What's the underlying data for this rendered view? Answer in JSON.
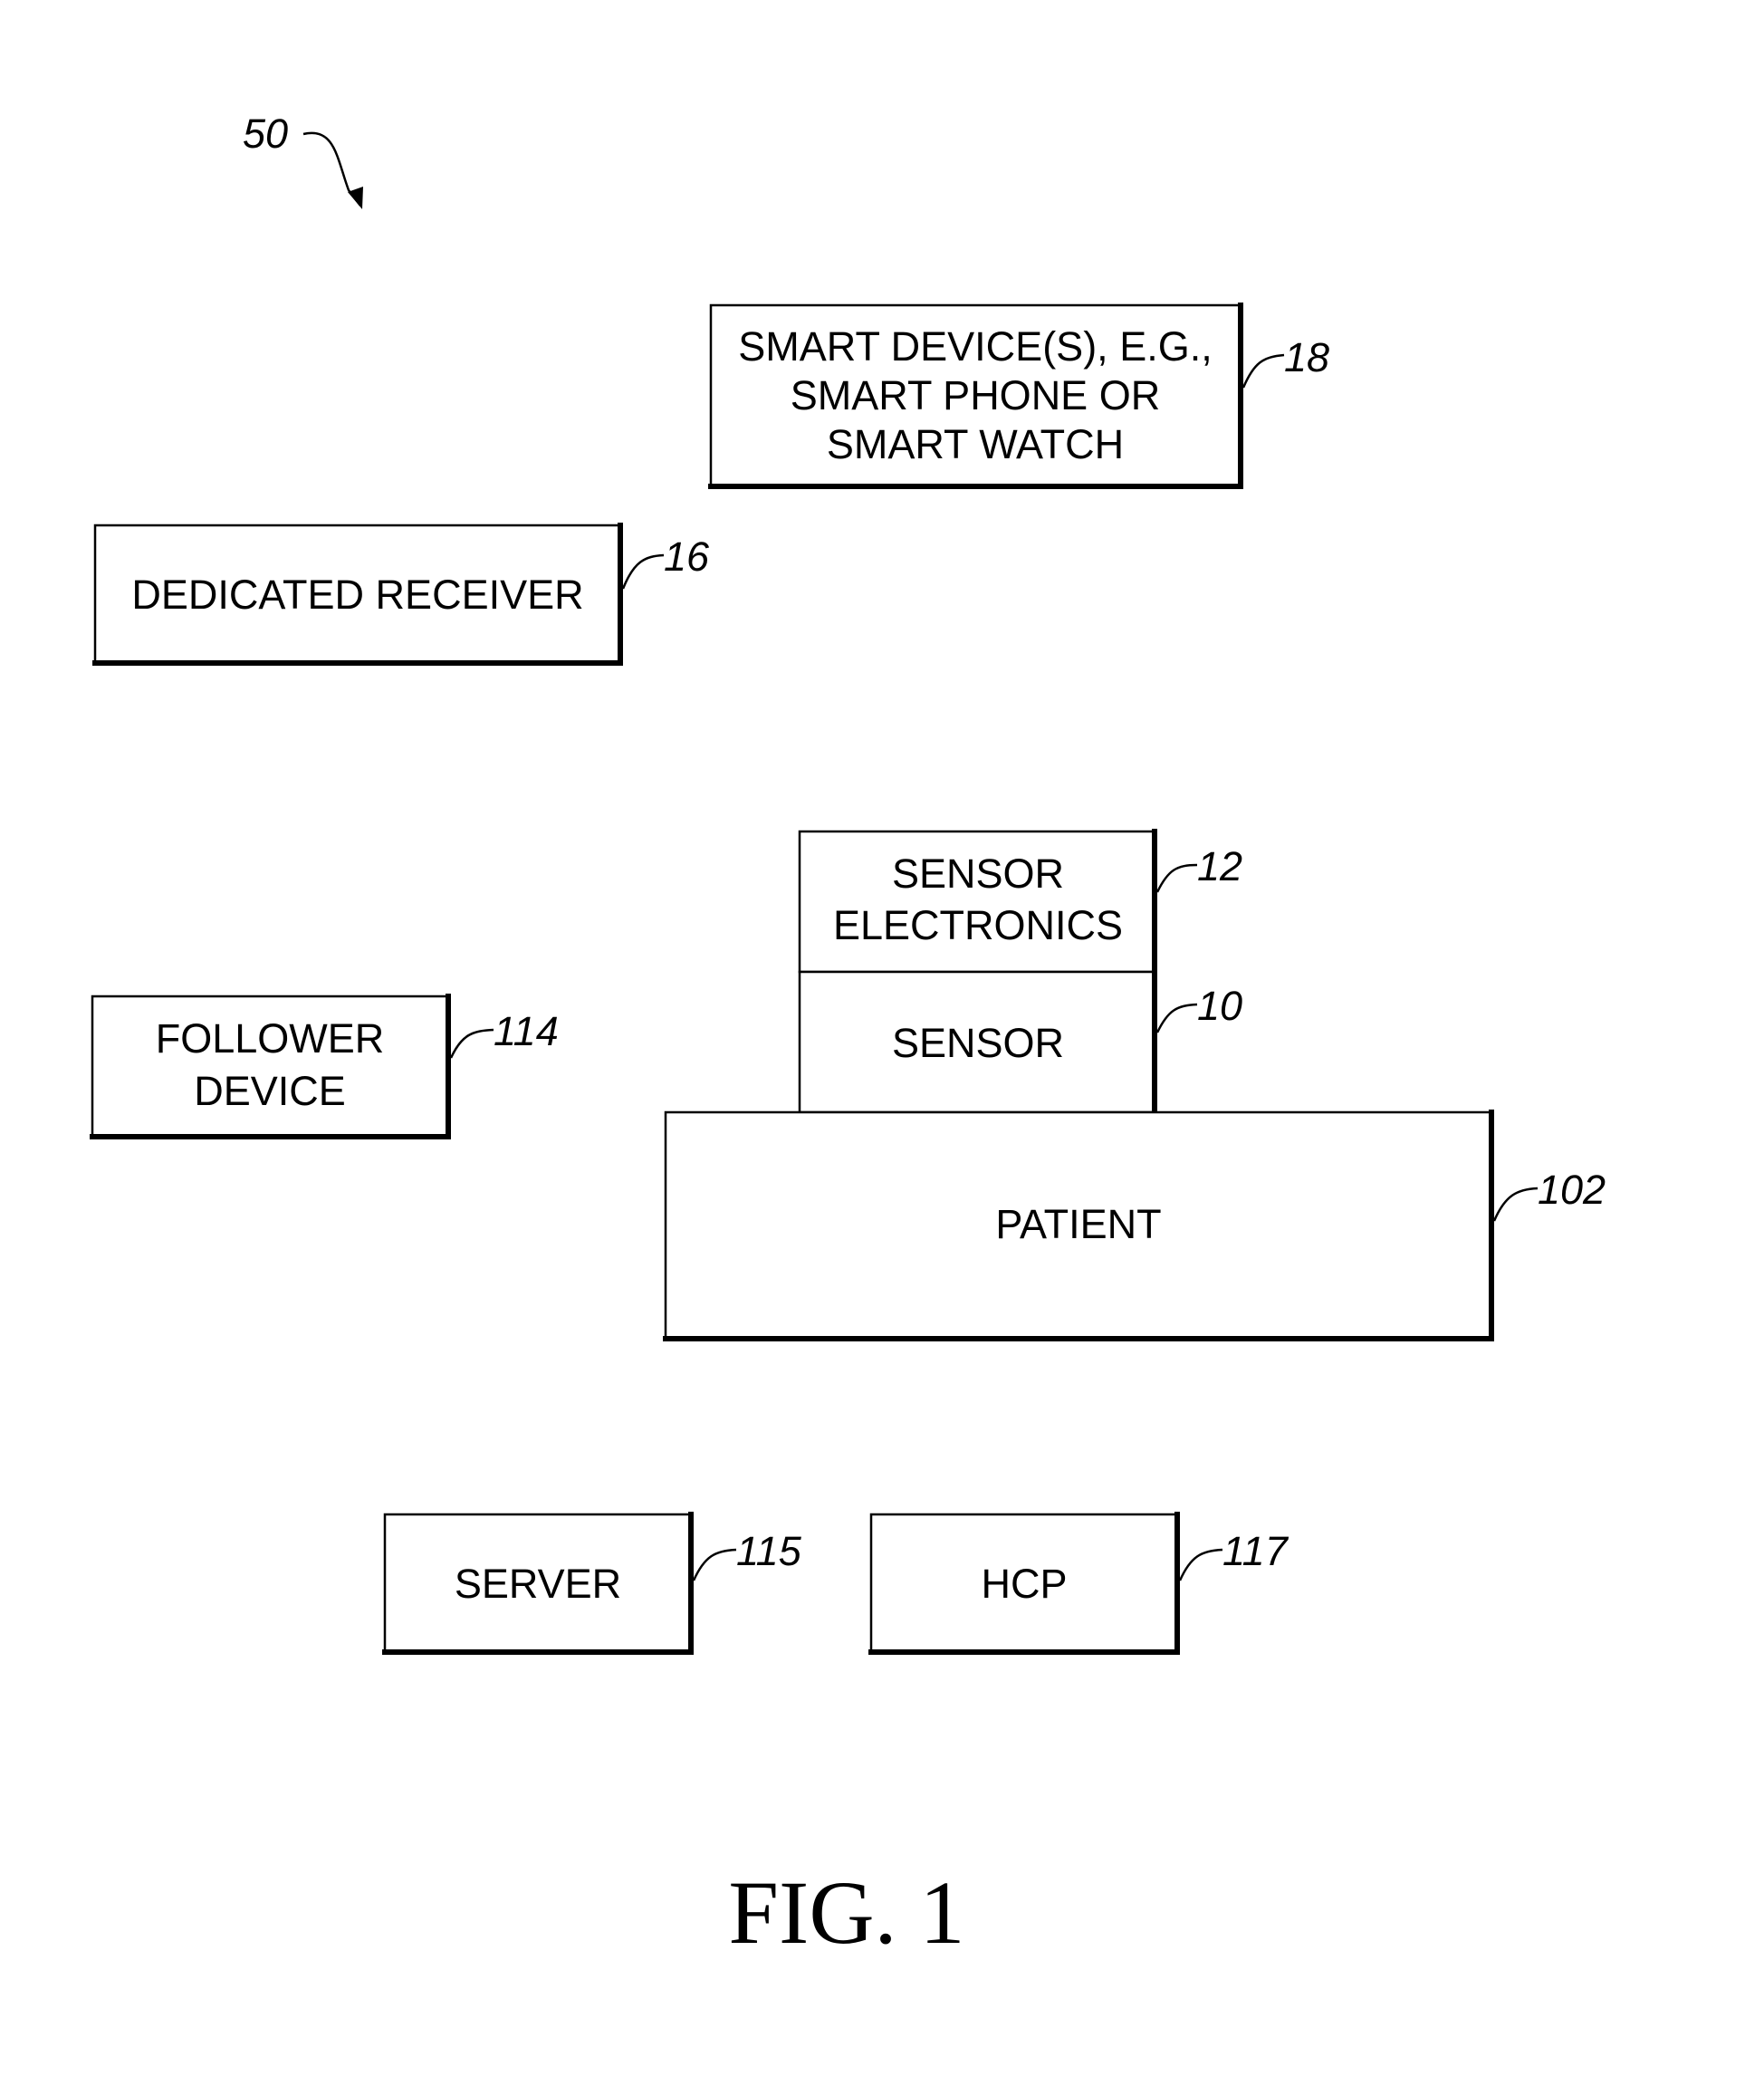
{
  "figure": {
    "number_ref": "50",
    "caption": "FIG. 1"
  },
  "blocks": {
    "smart_device": {
      "lines": [
        "SMART DEVICE(S), E.G.,",
        "SMART PHONE OR",
        "SMART WATCH"
      ],
      "ref": "18"
    },
    "dedicated_receiver": {
      "lines": [
        "DEDICATED RECEIVER"
      ],
      "ref": "16"
    },
    "sensor_electronics": {
      "lines": [
        "SENSOR",
        "ELECTRONICS"
      ],
      "ref": "12"
    },
    "sensor": {
      "lines": [
        "SENSOR"
      ],
      "ref": "10"
    },
    "follower_device": {
      "lines": [
        "FOLLOWER",
        "DEVICE"
      ],
      "ref": "114"
    },
    "patient": {
      "lines": [
        "PATIENT"
      ],
      "ref": "102"
    },
    "server": {
      "lines": [
        "SERVER"
      ],
      "ref": "115"
    },
    "hcp": {
      "lines": [
        "HCP"
      ],
      "ref": "117"
    }
  }
}
